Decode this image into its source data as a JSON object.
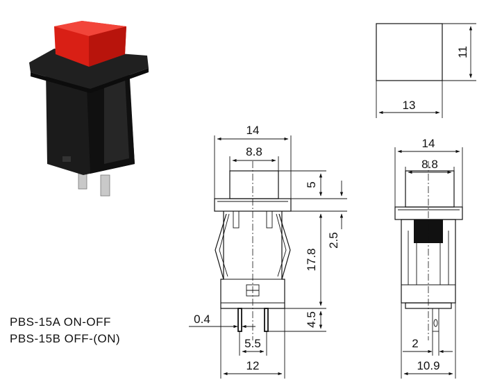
{
  "models": [
    {
      "code": "PBS-15A",
      "function": "ON-OFF"
    },
    {
      "code": "PBS-15B",
      "function": "OFF-(ON)"
    }
  ],
  "dimensions": {
    "cap_width": "13",
    "cap_height": "11",
    "front_width": "14",
    "front_cap_width": "8.8",
    "cap_protrusion": "5",
    "flange_thickness": "2.5",
    "body_height": "17.8",
    "terminal_length": "4.5",
    "terminal_thickness": "0.4",
    "terminal_pitch": "5.5",
    "body_width": "12",
    "side_width": "14",
    "side_cap_width": "8.8",
    "side_terminal_width": "2",
    "side_body_width": "10.9"
  },
  "colors": {
    "button_cap": "#e0261c",
    "housing": "#151515",
    "terminals": "#c8c8c8"
  }
}
